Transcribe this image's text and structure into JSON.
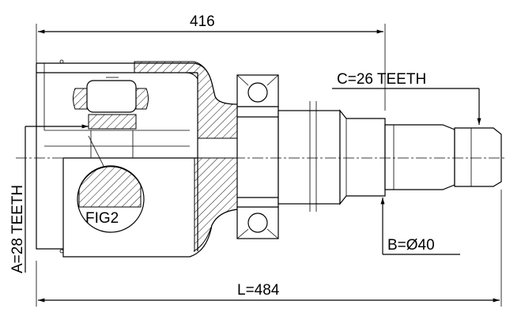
{
  "labels": {
    "overall_top": "416",
    "overall_bottom": "L=484",
    "spline_a": "A=28 TEETH",
    "spline_b": "B=Ø40",
    "spline_c": "C=26 TEETH",
    "fig": "FIG2"
  }
}
